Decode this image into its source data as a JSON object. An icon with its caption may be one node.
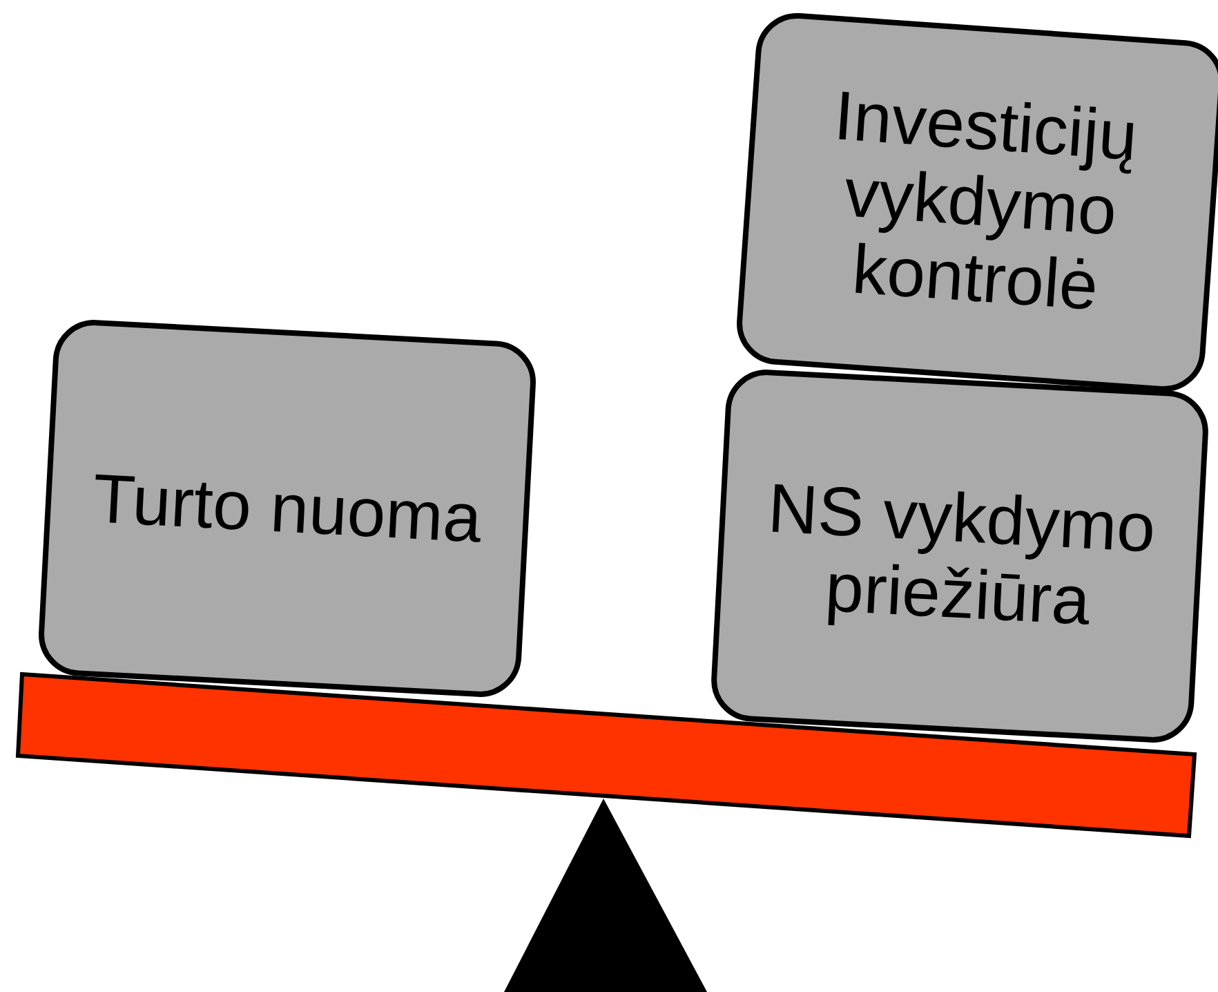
{
  "diagram": {
    "nodes": [
      {
        "text": [
          "Turto nuoma"
        ]
      },
      {
        "text": [
          "Investicijų vykdymo kontrolė"
        ]
      },
      {
        "text": [
          "NS vykdymo priežiūra"
        ]
      }
    ]
  }
}
